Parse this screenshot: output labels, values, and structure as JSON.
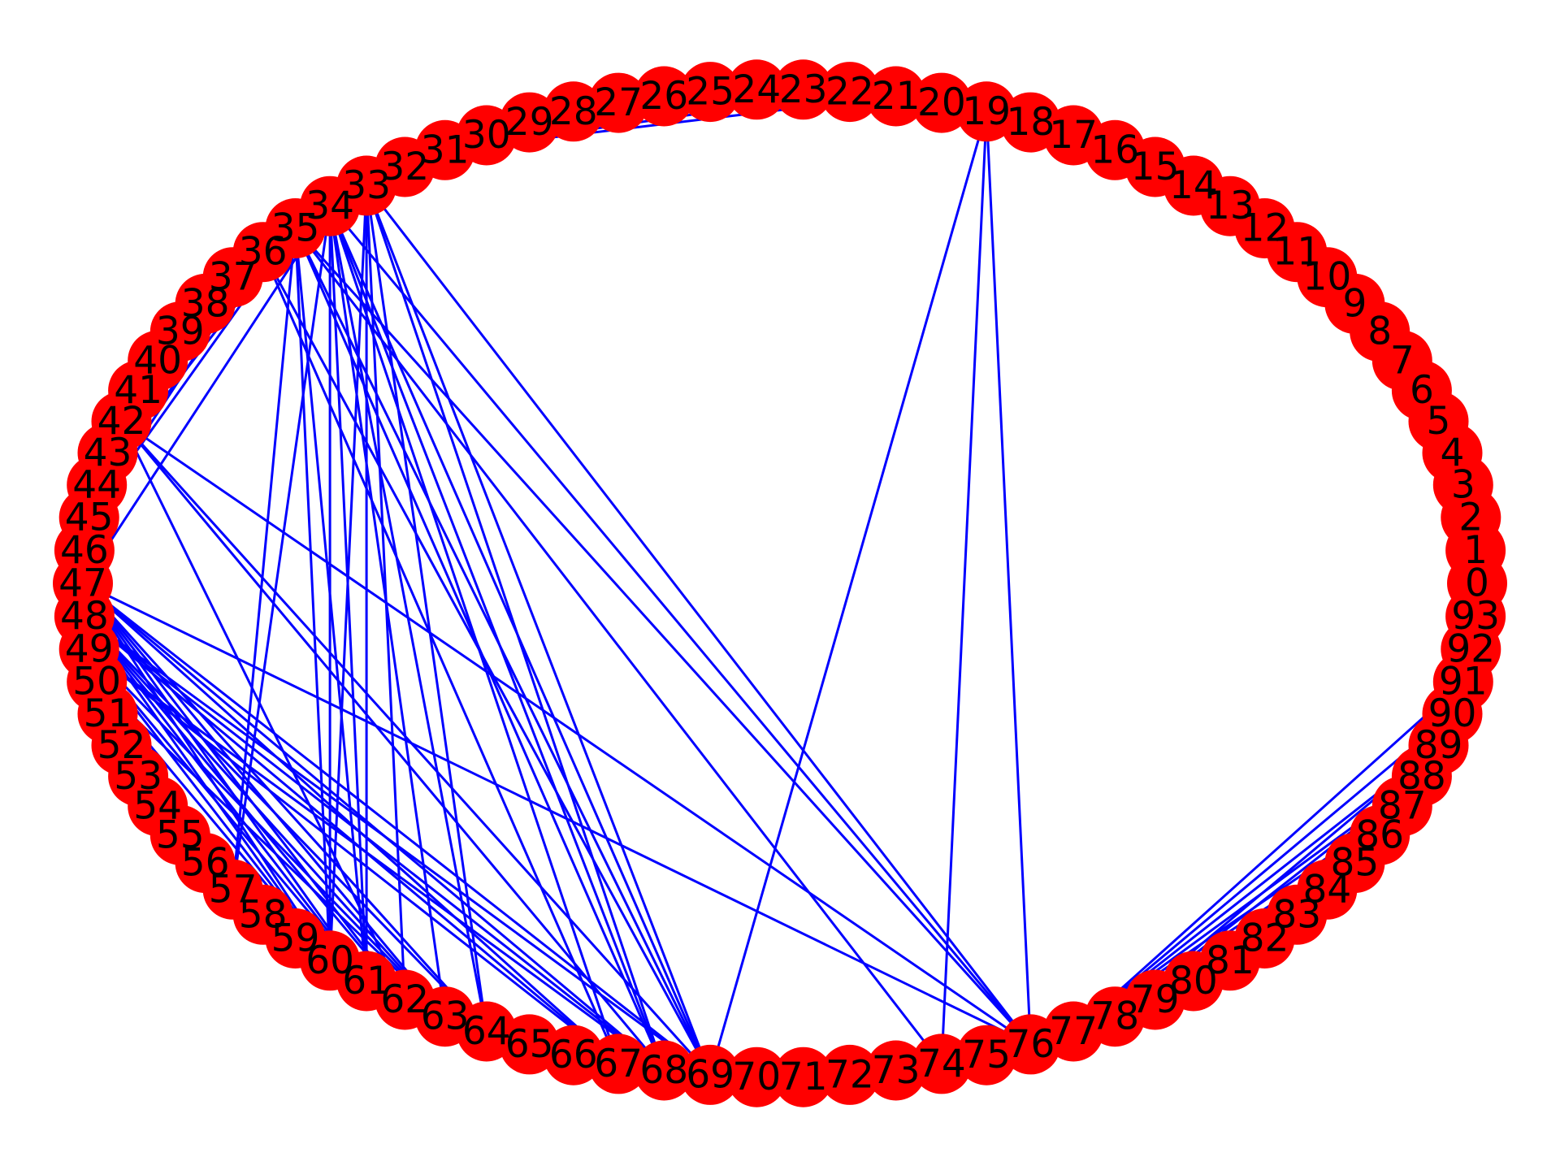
{
  "graph": {
    "node_count": 94,
    "node_labels": [
      "0",
      "1",
      "2",
      "3",
      "4",
      "5",
      "6",
      "7",
      "8",
      "9",
      "10",
      "11",
      "12",
      "13",
      "14",
      "15",
      "16",
      "17",
      "18",
      "19",
      "20",
      "21",
      "22",
      "23",
      "24",
      "25",
      "26",
      "27",
      "28",
      "29",
      "30",
      "31",
      "32",
      "33",
      "34",
      "35",
      "36",
      "37",
      "38",
      "39",
      "40",
      "41",
      "42",
      "43",
      "44",
      "45",
      "46",
      "47",
      "48",
      "49",
      "50",
      "51",
      "52",
      "53",
      "54",
      "55",
      "56",
      "57",
      "58",
      "59",
      "60",
      "61",
      "62",
      "63",
      "64",
      "65",
      "66",
      "67",
      "68",
      "69",
      "70",
      "71",
      "72",
      "73",
      "74",
      "75",
      "76",
      "77",
      "78",
      "79",
      "80",
      "81",
      "82",
      "83",
      "84",
      "85",
      "86",
      "87",
      "88",
      "89",
      "90",
      "91",
      "92",
      "93"
    ],
    "edges": [
      [
        2,
        8
      ],
      [
        2,
        7
      ],
      [
        19,
        69
      ],
      [
        19,
        74
      ],
      [
        19,
        76
      ],
      [
        21,
        31
      ],
      [
        22,
        31
      ],
      [
        33,
        60
      ],
      [
        33,
        61
      ],
      [
        33,
        62
      ],
      [
        33,
        64
      ],
      [
        33,
        68
      ],
      [
        33,
        69
      ],
      [
        33,
        76
      ],
      [
        34,
        47
      ],
      [
        34,
        57
      ],
      [
        34,
        60
      ],
      [
        34,
        61
      ],
      [
        34,
        63
      ],
      [
        34,
        64
      ],
      [
        34,
        67
      ],
      [
        34,
        68
      ],
      [
        34,
        69
      ],
      [
        34,
        76
      ],
      [
        35,
        44
      ],
      [
        35,
        45
      ],
      [
        35,
        57
      ],
      [
        35,
        60
      ],
      [
        35,
        61
      ],
      [
        35,
        68
      ],
      [
        35,
        69
      ],
      [
        35,
        74
      ],
      [
        35,
        76
      ],
      [
        36,
        44
      ],
      [
        36,
        45
      ],
      [
        36,
        67
      ],
      [
        36,
        69
      ],
      [
        42,
        62
      ],
      [
        42,
        68
      ],
      [
        42,
        69
      ],
      [
        42,
        76
      ],
      [
        47,
        60
      ],
      [
        47,
        61
      ],
      [
        47,
        62
      ],
      [
        47,
        63
      ],
      [
        47,
        64
      ],
      [
        47,
        67
      ],
      [
        47,
        68
      ],
      [
        47,
        69
      ],
      [
        47,
        76
      ],
      [
        48,
        60
      ],
      [
        48,
        61
      ],
      [
        48,
        62
      ],
      [
        48,
        63
      ],
      [
        48,
        64
      ],
      [
        48,
        67
      ],
      [
        48,
        68
      ],
      [
        48,
        69
      ],
      [
        49,
        56
      ],
      [
        49,
        60
      ],
      [
        49,
        61
      ],
      [
        49,
        63
      ],
      [
        49,
        67
      ],
      [
        49,
        68
      ],
      [
        50,
        56
      ],
      [
        50,
        60
      ],
      [
        50,
        63
      ],
      [
        77,
        91
      ],
      [
        77,
        90
      ],
      [
        77,
        89
      ],
      [
        77,
        88
      ],
      [
        77,
        87
      ],
      [
        77,
        86
      ],
      [
        78,
        89
      ],
      [
        78,
        88
      ]
    ],
    "colors": {
      "node": "#ff0000",
      "edge": "#0000ff",
      "label": "#000000",
      "background": "#ffffff"
    }
  }
}
